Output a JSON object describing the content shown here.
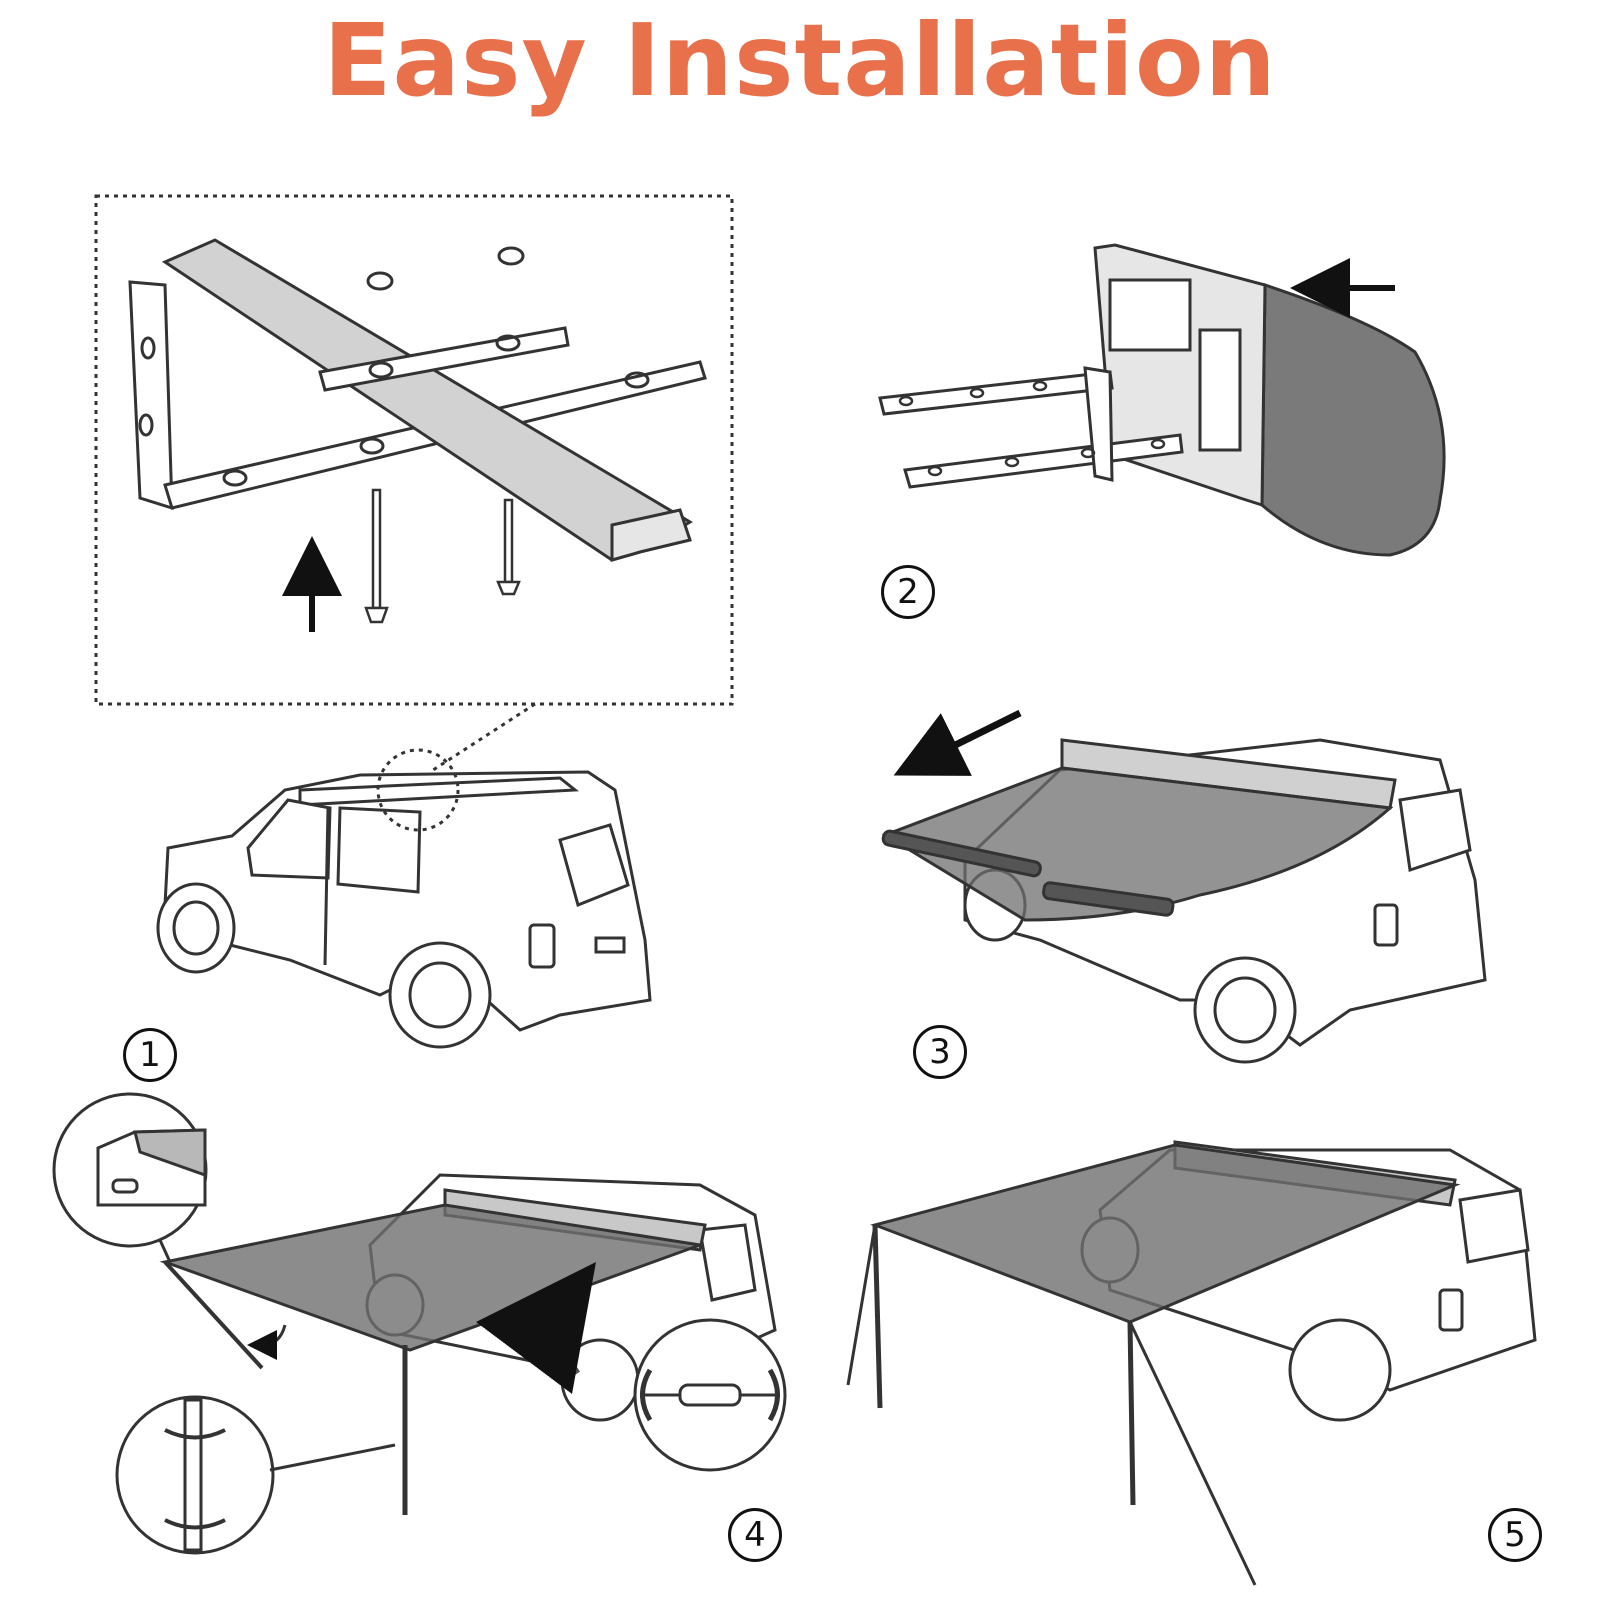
{
  "title": "Easy Installation",
  "colors": {
    "title": "#e8704a",
    "line": "#333333",
    "fabric": "#6f6f6f",
    "light": "#d4d4d4"
  },
  "steps": [
    {
      "label": "1"
    },
    {
      "label": "2"
    },
    {
      "label": "3"
    },
    {
      "label": "4"
    },
    {
      "label": "5"
    }
  ]
}
